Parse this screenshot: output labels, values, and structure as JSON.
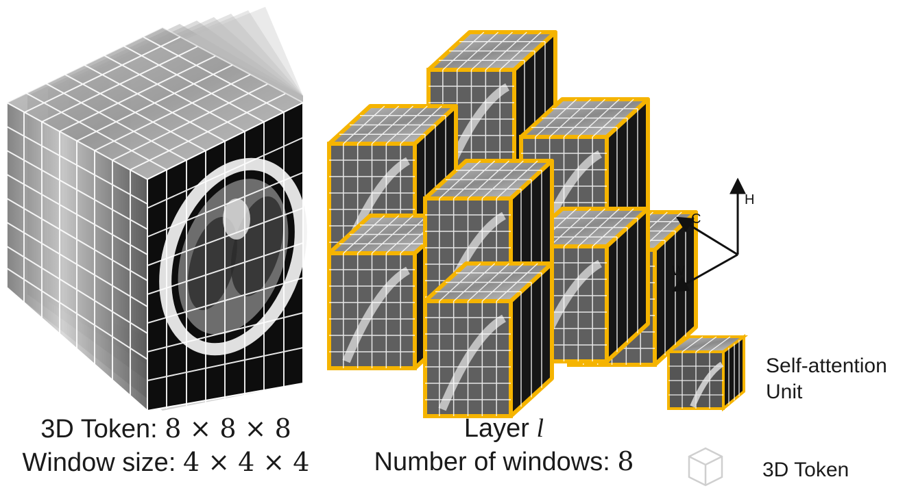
{
  "left_caption": {
    "line1_prefix": "3D Token: ",
    "line1_math": "8 × 8 × 8",
    "line2_prefix": "Window size: ",
    "line2_math": "4 × 4 × 4"
  },
  "middle_caption": {
    "line1_prefix": "Layer ",
    "line1_var": "l",
    "line2_prefix": "Number of windows: ",
    "line2_math": "8"
  },
  "axes": {
    "h": "H",
    "c": "C",
    "w": "W"
  },
  "legend": {
    "unit_label_line1": "Self-attention",
    "unit_label_line2": "Unit",
    "token_label": "3D Token"
  },
  "colors": {
    "window_border": "#F5B400",
    "grid_line": "#ffffff",
    "scan_dark": "#111111",
    "scan_light": "#d9d9d9",
    "token_icon": "#cfcfcf"
  },
  "icons": {
    "unit": "self-attention-cube-icon",
    "token": "token-cube-outline-icon"
  }
}
